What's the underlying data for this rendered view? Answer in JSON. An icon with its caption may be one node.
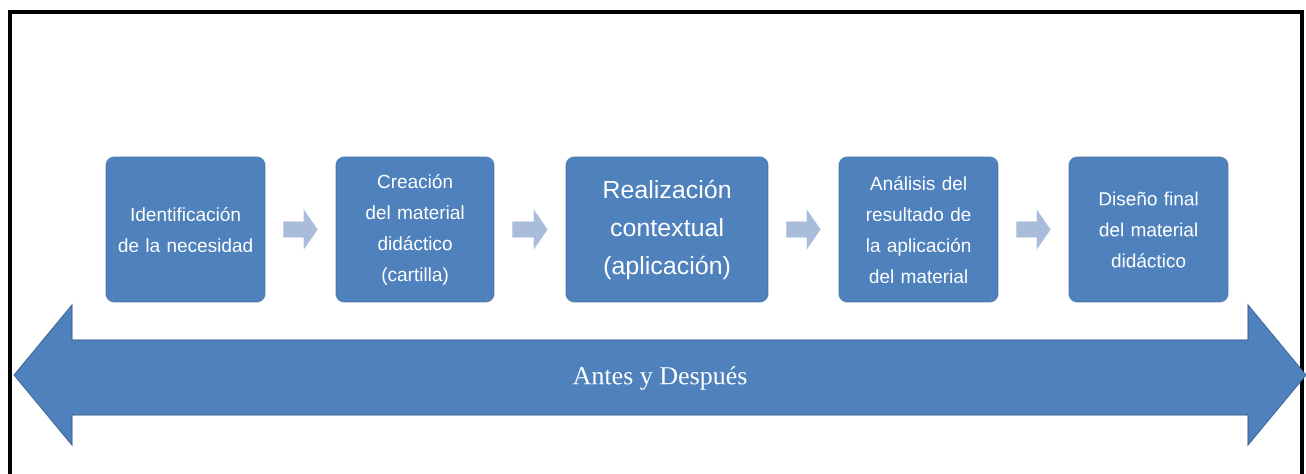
{
  "diagram": {
    "nodes": [
      {
        "text": [
          "Identificación de la necesidad"
        ]
      },
      {
        "text": [
          "Creación del material didáctico (cartilla)"
        ]
      },
      {
        "text": [
          "Realización contextual (aplicación)"
        ]
      },
      {
        "text": [
          "Análisis del resultado de la aplicación del material"
        ]
      },
      {
        "text": [
          "Diseño final del material didáctico"
        ]
      },
      {
        "text": [
          "Antes y Después"
        ]
      }
    ],
    "edges": [
      {
        "from": 0,
        "to": 1,
        "arrow": "to"
      },
      {
        "from": 1,
        "to": 2,
        "arrow": "to"
      },
      {
        "from": 2,
        "to": 3,
        "arrow": "to"
      },
      {
        "from": 3,
        "to": 4,
        "arrow": "to"
      }
    ]
  }
}
